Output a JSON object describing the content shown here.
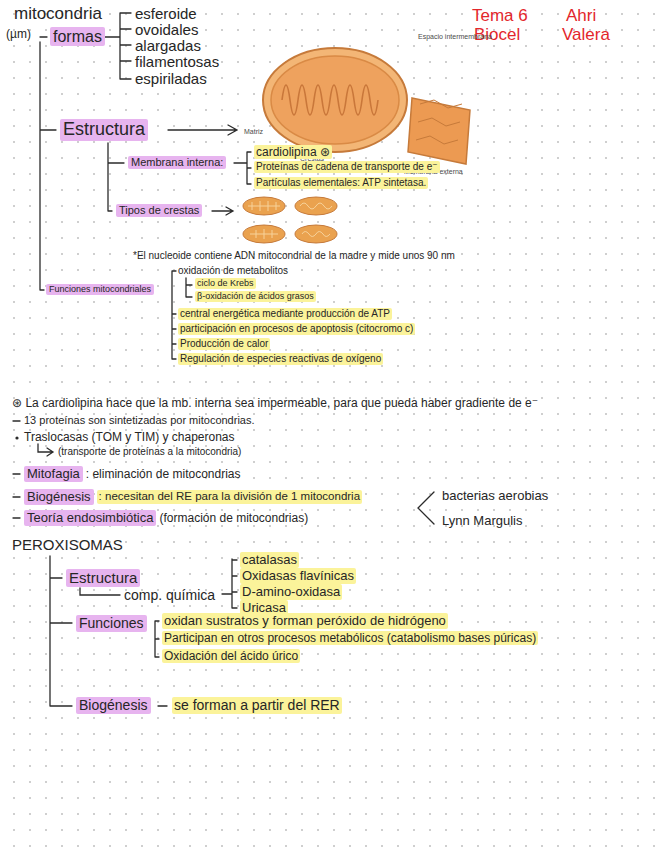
{
  "diagram": {
    "labels": [
      "mitocondria",
      "(µm)",
      "formas",
      "esferoide",
      "ovoidales",
      "alargadas",
      "filamentosas",
      "espiriladas",
      "Tema 6",
      "Biocel",
      "Ahri",
      "Valera",
      "Espacio intermembrana",
      "Matriz",
      "Crestas",
      "Membrana externa",
      "Estructura",
      "Membrana interna:",
      "cardiolipina ⊛",
      "Proteínas de cadena de transporte de e⁻",
      "Partículas elementales: ATP sintetasa.",
      "Tipos de crestas",
      "*El nucleoide contiene ADN mitocondrial de la madre y mide unos 90 nm",
      "Funciones mitocondriales",
      "oxidación de metabolitos",
      "ciclo de Krebs",
      "β-oxidación de ácidos grasos",
      "central energética mediante producción de ATP",
      "participación en procesos de apoptosis (citocromo c)",
      "Producción de calor",
      "Regulación de especies reactivas de oxígeno",
      "⊛ La cardiolipina hace que la mb. interna sea impermeable, para que pueda haber gradiente de e⁻",
      "13 proteínas son sintetizadas por mitocondrias.",
      "Traslocasas (TOM y TIM) y chaperonas",
      "(transporte de proteínas a la mitocondria)",
      "Mitofagia",
      ": eliminación de mitocondrias",
      "Biogénesis",
      ": necesitan del RE para la división de 1 mitocondria",
      "Teoría endosimbiótica",
      "(formación de mitocondrias)",
      "bacterias aerobias",
      "Lynn Margulis",
      "PEROXISOMAS",
      "Estructura",
      "comp. química",
      "catalasas",
      "Oxidasas flavínicas",
      "D-amino-oxidasa",
      "Uricasa",
      "Funciones",
      "oxidan sustratos y forman peróxido de hidrógeno",
      "Participan en otros procesos metabólicos (catabolismo bases púricas)",
      "Oxidación del ácido úrico",
      "Biogénesis",
      "se forman a partir del RER"
    ]
  }
}
